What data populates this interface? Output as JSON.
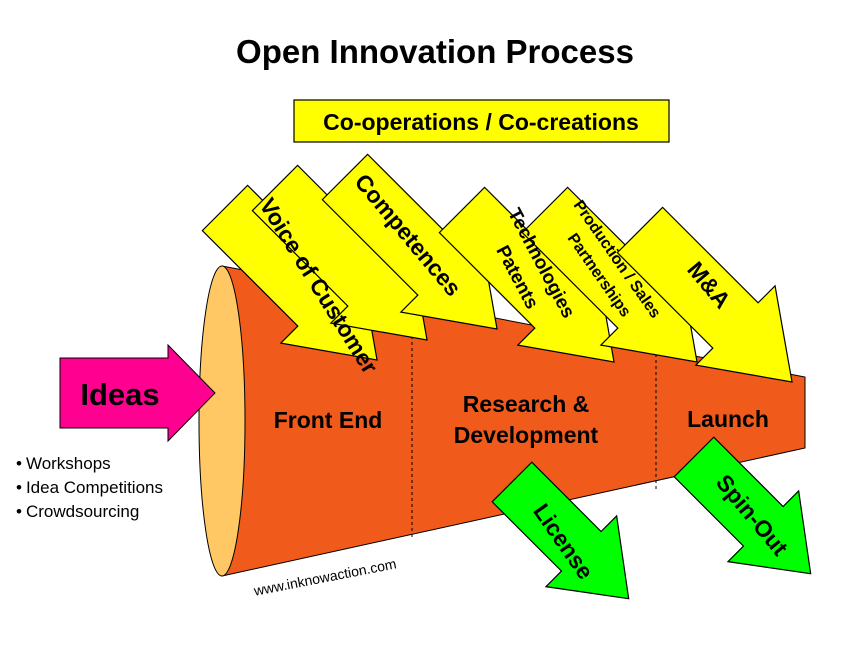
{
  "title": "Open Innovation Process",
  "cooperation_box": "Co-operations / Co-creations",
  "inbound_arrows": [
    {
      "label": "Voice of Customer",
      "lines": [
        "Voice of Customer"
      ]
    },
    {
      "label": "Competences",
      "lines": [
        "Competences"
      ]
    },
    {
      "label": "Technologies Patents",
      "lines": [
        "Technologies",
        "Patents"
      ]
    },
    {
      "label": "Production / Sales Partnerships",
      "lines": [
        "Production / Sales",
        "Partnerships"
      ]
    },
    {
      "label": "M&A",
      "lines": [
        "M&A"
      ]
    }
  ],
  "ideas_arrow": "Ideas",
  "idea_sources": [
    "Workshops",
    "Idea Competitions",
    "Crowdsourcing"
  ],
  "funnel_stages": [
    {
      "lines": [
        "Front End"
      ]
    },
    {
      "lines": [
        "Research &",
        "Development"
      ]
    },
    {
      "lines": [
        "Launch"
      ]
    }
  ],
  "outbound_arrows": [
    "License",
    "Spin-Out"
  ],
  "website": "www.inknowaction.com",
  "colors": {
    "funnel": "#f05a1a",
    "funnel_mouth": "#ffc864",
    "inbound_arrow": "#ffff00",
    "ideas_arrow": "#ff0090",
    "outbound_arrow": "#00ff00",
    "box": "#ffff00"
  }
}
